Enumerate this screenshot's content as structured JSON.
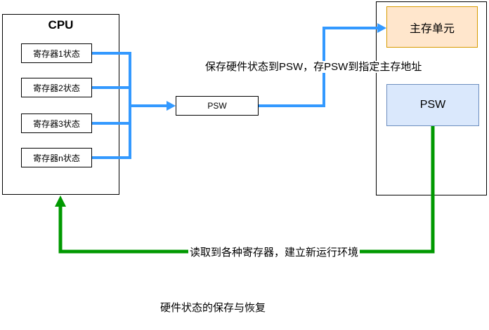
{
  "diagram": {
    "title": "硬件状态的保存与恢复",
    "cpu": {
      "label": "CPU",
      "registers": [
        "寄存器1状态",
        "寄存器2状态",
        "寄存器3状态",
        "寄存器n状态"
      ]
    },
    "psw_middle": {
      "label": "PSW"
    },
    "memory": {
      "main_unit_label": "主存单元",
      "psw_label": "PSW"
    },
    "annotations": {
      "save_flow": "保存硬件状态到PSW，存PSW到指定主存地址",
      "restore_flow": "读取到各种寄存器，建立新运行环境"
    }
  },
  "colors": {
    "arrow-blue": "#3399ff",
    "arrow-green": "#009900",
    "memory-fill": "#ffe6cc",
    "memory-border": "#d79b00",
    "psw-fill": "#dae8fc",
    "psw-border": "#6c8ebf",
    "box-border": "#000000"
  }
}
